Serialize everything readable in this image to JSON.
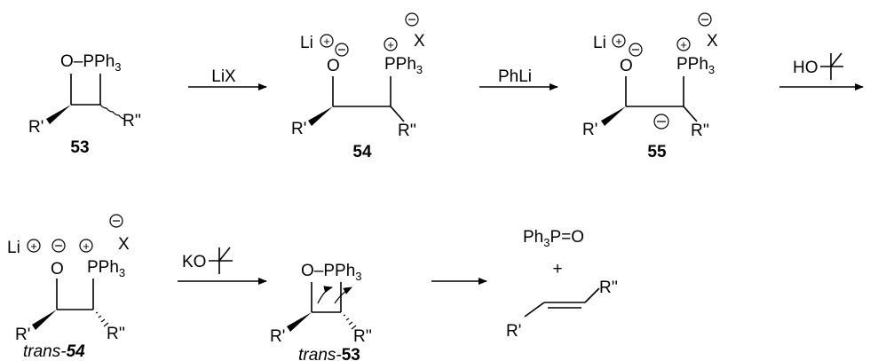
{
  "reagents": {
    "step1": "LiX",
    "step2": "PhLi",
    "step3_base": "HO",
    "step4_base": "KO"
  },
  "atoms": {
    "li": "Li",
    "o": "O",
    "o_p": "O–PPh",
    "p": "PPh",
    "sub3": "3",
    "x": "X",
    "r1": "R'",
    "r2": "R''",
    "plus": "+"
  },
  "compounds": {
    "c53": "53",
    "c54": "54",
    "c55": "55",
    "trans54_prefix": "trans-",
    "trans54_num": "54",
    "trans53_prefix": "trans-",
    "trans53_num": "53"
  },
  "products": {
    "oxide_a": "Ph",
    "oxide_sub": "3",
    "oxide_b": "P=O",
    "plus": "+"
  }
}
